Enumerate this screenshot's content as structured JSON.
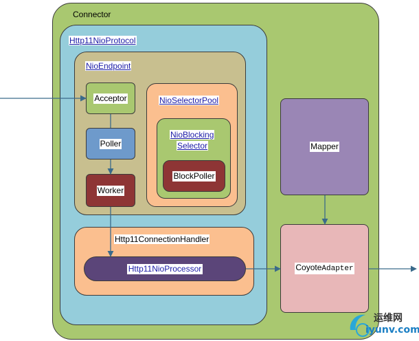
{
  "diagram": {
    "connector": {
      "label": "Connector"
    },
    "http11nioprotocol": {
      "label": "Http11NioProtocol"
    },
    "nioendpoint": {
      "label": "NioEndpoint"
    },
    "acceptor": {
      "label": "Acceptor"
    },
    "poller": {
      "label": "Poller"
    },
    "worker": {
      "label": "Worker"
    },
    "nioselectorpool": {
      "label": "NioSelectorPool"
    },
    "nioblockingselector": {
      "label_line1": "NioBlocking",
      "label_line2": "Selector"
    },
    "blockpoller": {
      "label": "BlockPoller"
    },
    "http11connectionhandler": {
      "label": "Http11ConnectionHandler"
    },
    "http11nioprocessor": {
      "label": "Http11NioProcessor"
    },
    "mapper": {
      "label": "Mapper"
    },
    "coyoteadapter": {
      "label_part1": "Coyote",
      "label_part2": "Adapter"
    }
  },
  "watermark": {
    "text_cn": "运维网",
    "text_url": "iyunv.com"
  },
  "colors": {
    "connector": "#a9c870",
    "protocol": "#95cddb",
    "endpoint": "#c8bf8f",
    "selector_pool": "#fbbf8f",
    "poller": "#6e9acb",
    "worker": "#8e3535",
    "processor": "#5b4579",
    "mapper": "#9a86b5",
    "adapter": "#e8b7b8",
    "arrow": "#3a6a8a"
  }
}
